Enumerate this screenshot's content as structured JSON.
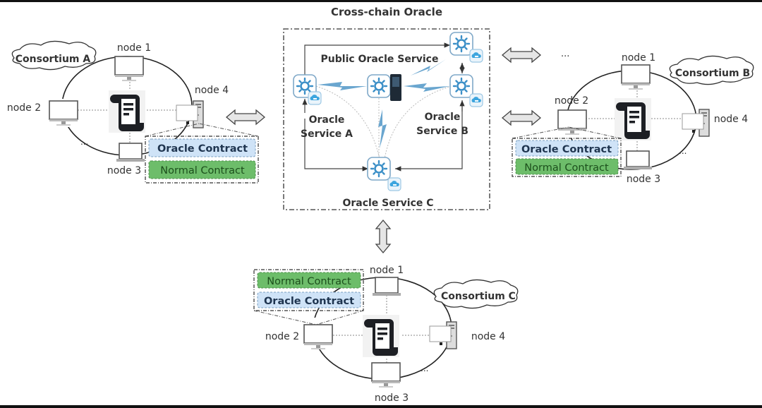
{
  "title": "Cross-chain Oracle",
  "colors": {
    "oracle_contract_fill": "#cfe3f7",
    "oracle_contract_text": "#1f3550",
    "normal_contract_fill": "#6dbd6a",
    "normal_contract_text": "#1c4f1c",
    "service_icon": "#3b8fc7",
    "lightning": "#6aa6cf",
    "server_dark": "#1e2a36"
  },
  "cross_chain_oracle": {
    "public_service_label": "Public Oracle Service",
    "service_a_label_line1": "Oracle",
    "service_a_label_line2": "Service A",
    "service_b_label_line1": "Oracle",
    "service_b_label_line2": "Service B",
    "service_c_label": "Oracle Service C"
  },
  "ellipsis": "...",
  "consortium_a": {
    "name": "Consortium A",
    "nodes": [
      "node 1",
      "node 2",
      "node 3",
      "node 4"
    ],
    "contracts": [
      "Oracle Contract",
      "Normal Contract"
    ]
  },
  "consortium_b": {
    "name": "Consortium B",
    "nodes": [
      "node 1",
      "node 2",
      "node 3",
      "node 4"
    ],
    "contracts": [
      "Oracle Contract",
      "Normal Contract"
    ]
  },
  "consortium_c": {
    "name": "Consortium C",
    "nodes": [
      "node 1",
      "node 2",
      "node 3",
      "node 4"
    ],
    "contracts": [
      "Normal Contract",
      "Oracle Contract"
    ]
  }
}
